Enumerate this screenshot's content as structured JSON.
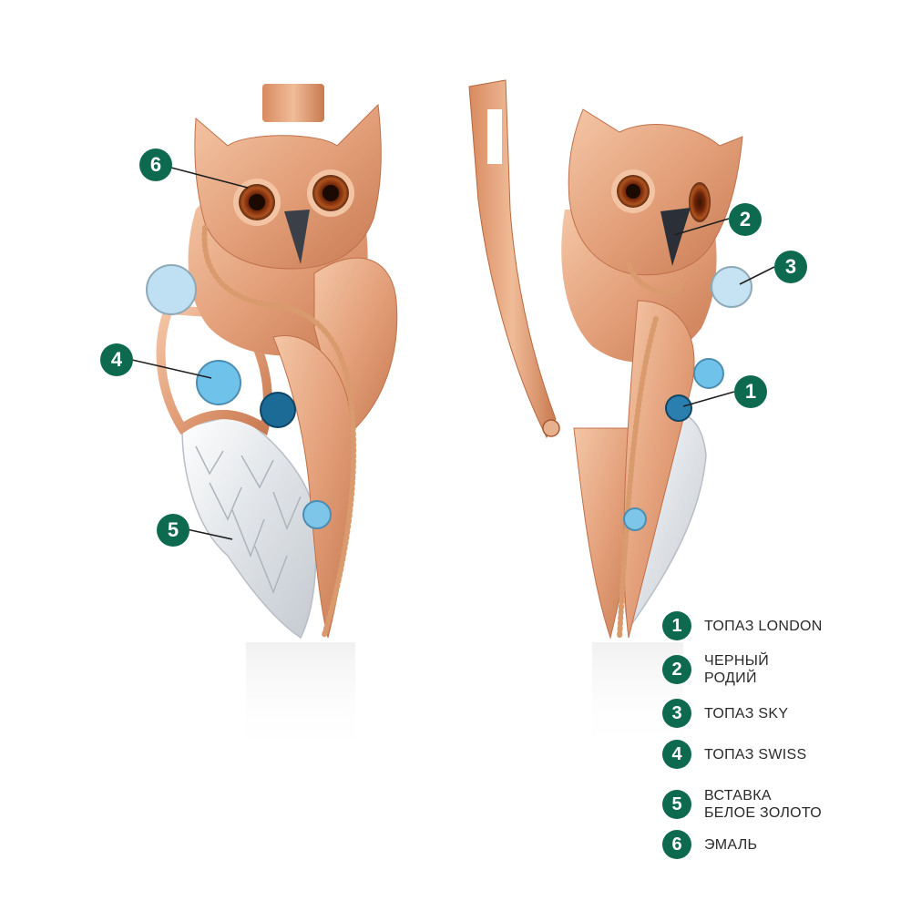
{
  "colors": {
    "badge": "#0e6a4f",
    "rose_gold": "#e8a27c",
    "rose_gold_dark": "#c0704a",
    "white_gold": "#e9ecef",
    "topaz_sky": "#bfe0f2",
    "topaz_swiss": "#6fc2ea",
    "topaz_london": "#1c6b96",
    "enamel": "#8a2d0e"
  },
  "callouts": [
    "6",
    "4",
    "5",
    "2",
    "3",
    "1"
  ],
  "legend": [
    {
      "num": "1",
      "label": "ТОПАЗ LONDON"
    },
    {
      "num": "2",
      "label": "ЧЕРНЫЙ\nРОДИЙ"
    },
    {
      "num": "3",
      "label": "ТОПАЗ SKY"
    },
    {
      "num": "4",
      "label": "ТОПАЗ SWISS"
    },
    {
      "num": "5",
      "label": "ВСТАВКА\nБЕЛОЕ ЗОЛОТО"
    },
    {
      "num": "6",
      "label": "ЭМАЛЬ"
    }
  ]
}
